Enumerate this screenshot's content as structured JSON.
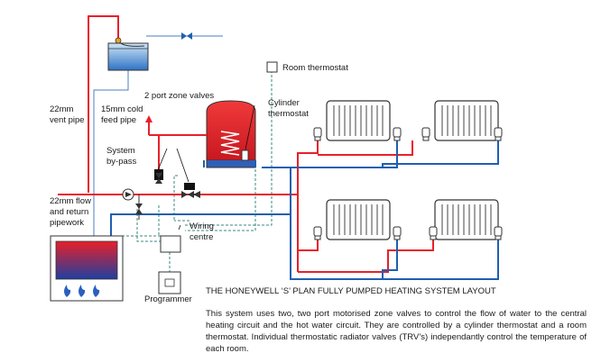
{
  "labels": {
    "room_thermostat": "Room thermostat",
    "vent_pipe": [
      "22mm",
      "vent pipe"
    ],
    "cold_feed": [
      "15mm cold",
      "feed pipe"
    ],
    "zone_valves": "2 port zone valves",
    "cylinder_thermostat": [
      "Cylinder",
      "thermostat"
    ],
    "system_bypass": [
      "System",
      "by-pass"
    ],
    "flow_return": [
      "22mm flow",
      "and return",
      "pipework"
    ],
    "wiring_centre": [
      "Wiring",
      "centre"
    ],
    "programmer": "Programmer"
  },
  "caption": {
    "title": "THE HONEYWELL ‘S’ PLAN FULLY PUMPED HEATING SYSTEM LAYOUT",
    "body": "This system uses two, two port motorised zone valves to control the flow of water to the central heating circuit and the hot water circuit. They are controlled by a cylinder thermostat and a room thermostat. Individual thermostatic radiator valves (TRV’s) independantly control the temperature of each room."
  },
  "colors": {
    "flow": "#e8202a",
    "return": "#1f5fb0",
    "cold_feed": "#4a7fc0",
    "wiring": "#3a8a80",
    "cylinder": "#e8202a"
  }
}
